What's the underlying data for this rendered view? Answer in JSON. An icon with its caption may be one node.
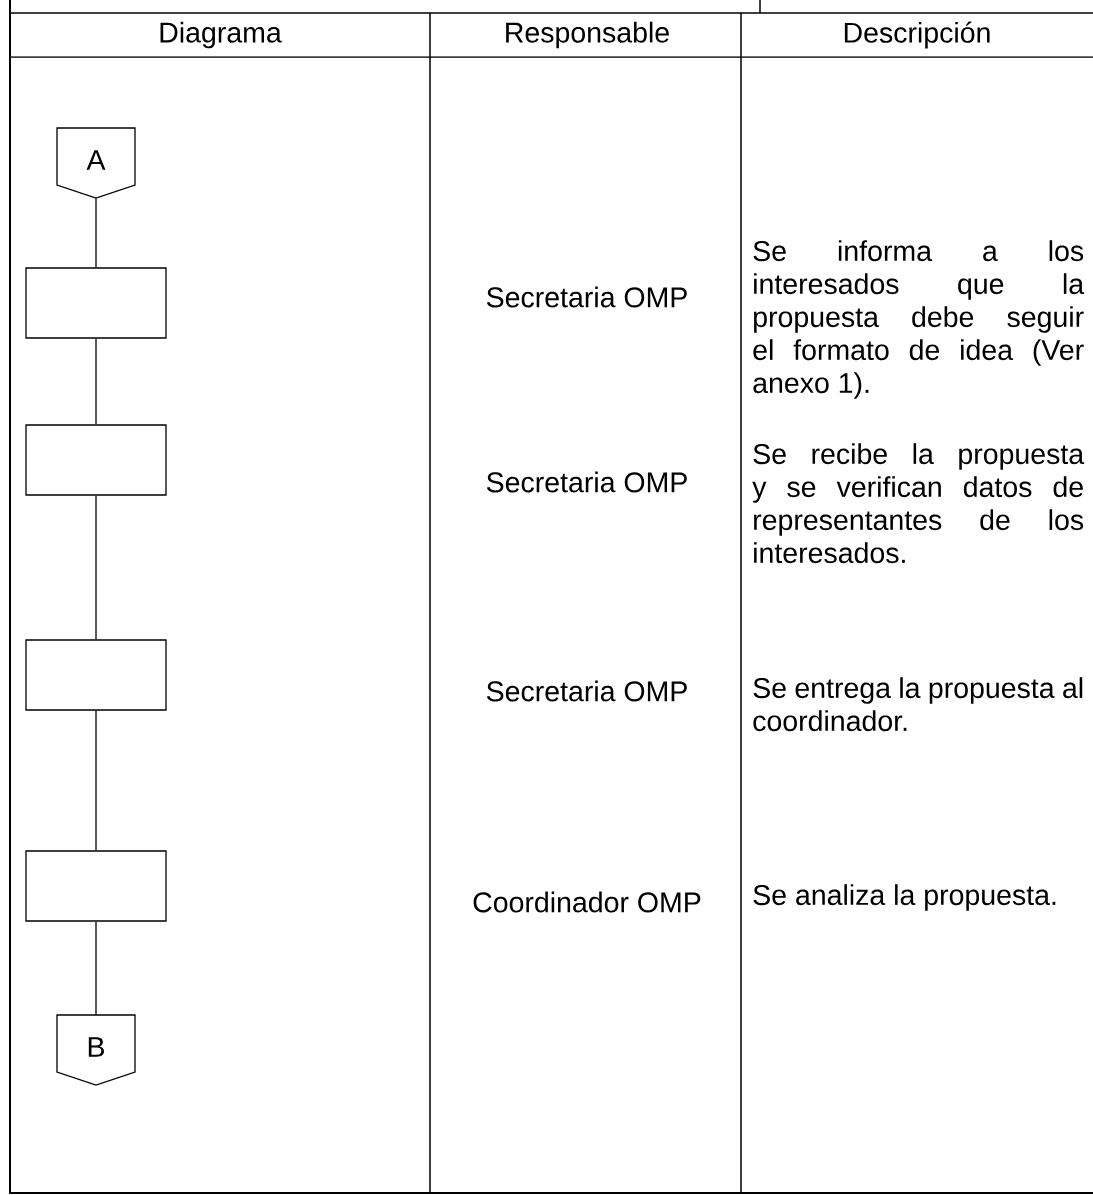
{
  "diagram": {
    "nodes": [
      {
        "text": [
          "A"
        ]
      },
      {
        "text": [],
        "shape": "box"
      },
      {
        "text": [],
        "shape": "box"
      },
      {
        "text": [],
        "shape": "box"
      },
      {
        "text": [],
        "shape": "box"
      },
      {
        "text": [
          "B"
        ]
      }
    ],
    "edges": [
      {
        "from": 0,
        "to": 1,
        "arrow": "none"
      },
      {
        "from": 1,
        "to": 2,
        "arrow": "none"
      },
      {
        "from": 2,
        "to": 3,
        "arrow": "none"
      },
      {
        "from": 3,
        "to": 4,
        "arrow": "none"
      },
      {
        "from": 4,
        "to": 5,
        "arrow": "none"
      }
    ],
    "labels": [
      "Diagrama",
      "Responsable",
      "Descripción",
      "Secretaria OMP",
      "Se informa a los interesados que la propuesta debe seguir el formato de idea (Ver anexo 1).",
      "Secretaria OMP",
      "Se recibe la propuesta y se verifican datos de representantes de los interesados.",
      "Secretaria OMP",
      "Se entrega la propuesta al coordinador.",
      "Coordinador OMP",
      "Se analiza la propuesta."
    ]
  }
}
